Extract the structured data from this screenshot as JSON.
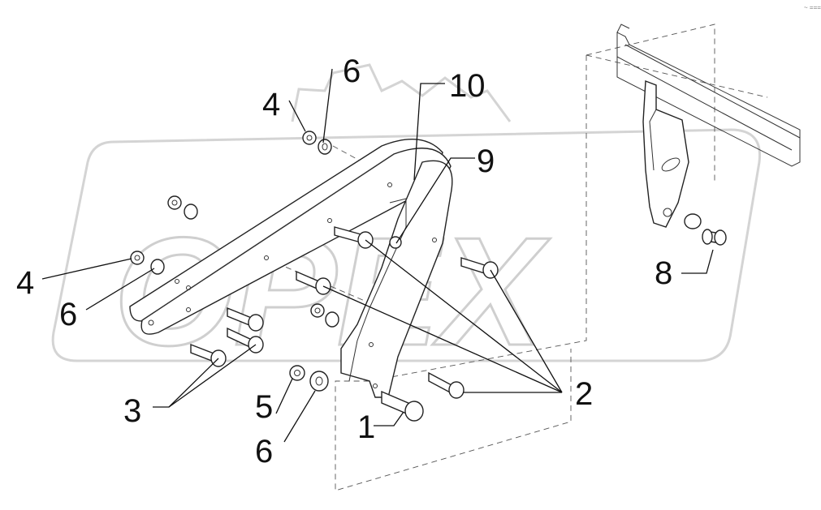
{
  "diagram": {
    "watermark": "OPEX",
    "corner_mark": "~ ===",
    "labels": [
      {
        "id": "1",
        "text": "1"
      },
      {
        "id": "2",
        "text": "2"
      },
      {
        "id": "3",
        "text": "3"
      },
      {
        "id": "4a",
        "text": "4"
      },
      {
        "id": "4b",
        "text": "4"
      },
      {
        "id": "5",
        "text": "5"
      },
      {
        "id": "6a",
        "text": "6"
      },
      {
        "id": "6b",
        "text": "6"
      },
      {
        "id": "6c",
        "text": "6"
      },
      {
        "id": "8",
        "text": "8"
      },
      {
        "id": "9",
        "text": "9"
      },
      {
        "id": "10",
        "text": "10"
      }
    ]
  }
}
